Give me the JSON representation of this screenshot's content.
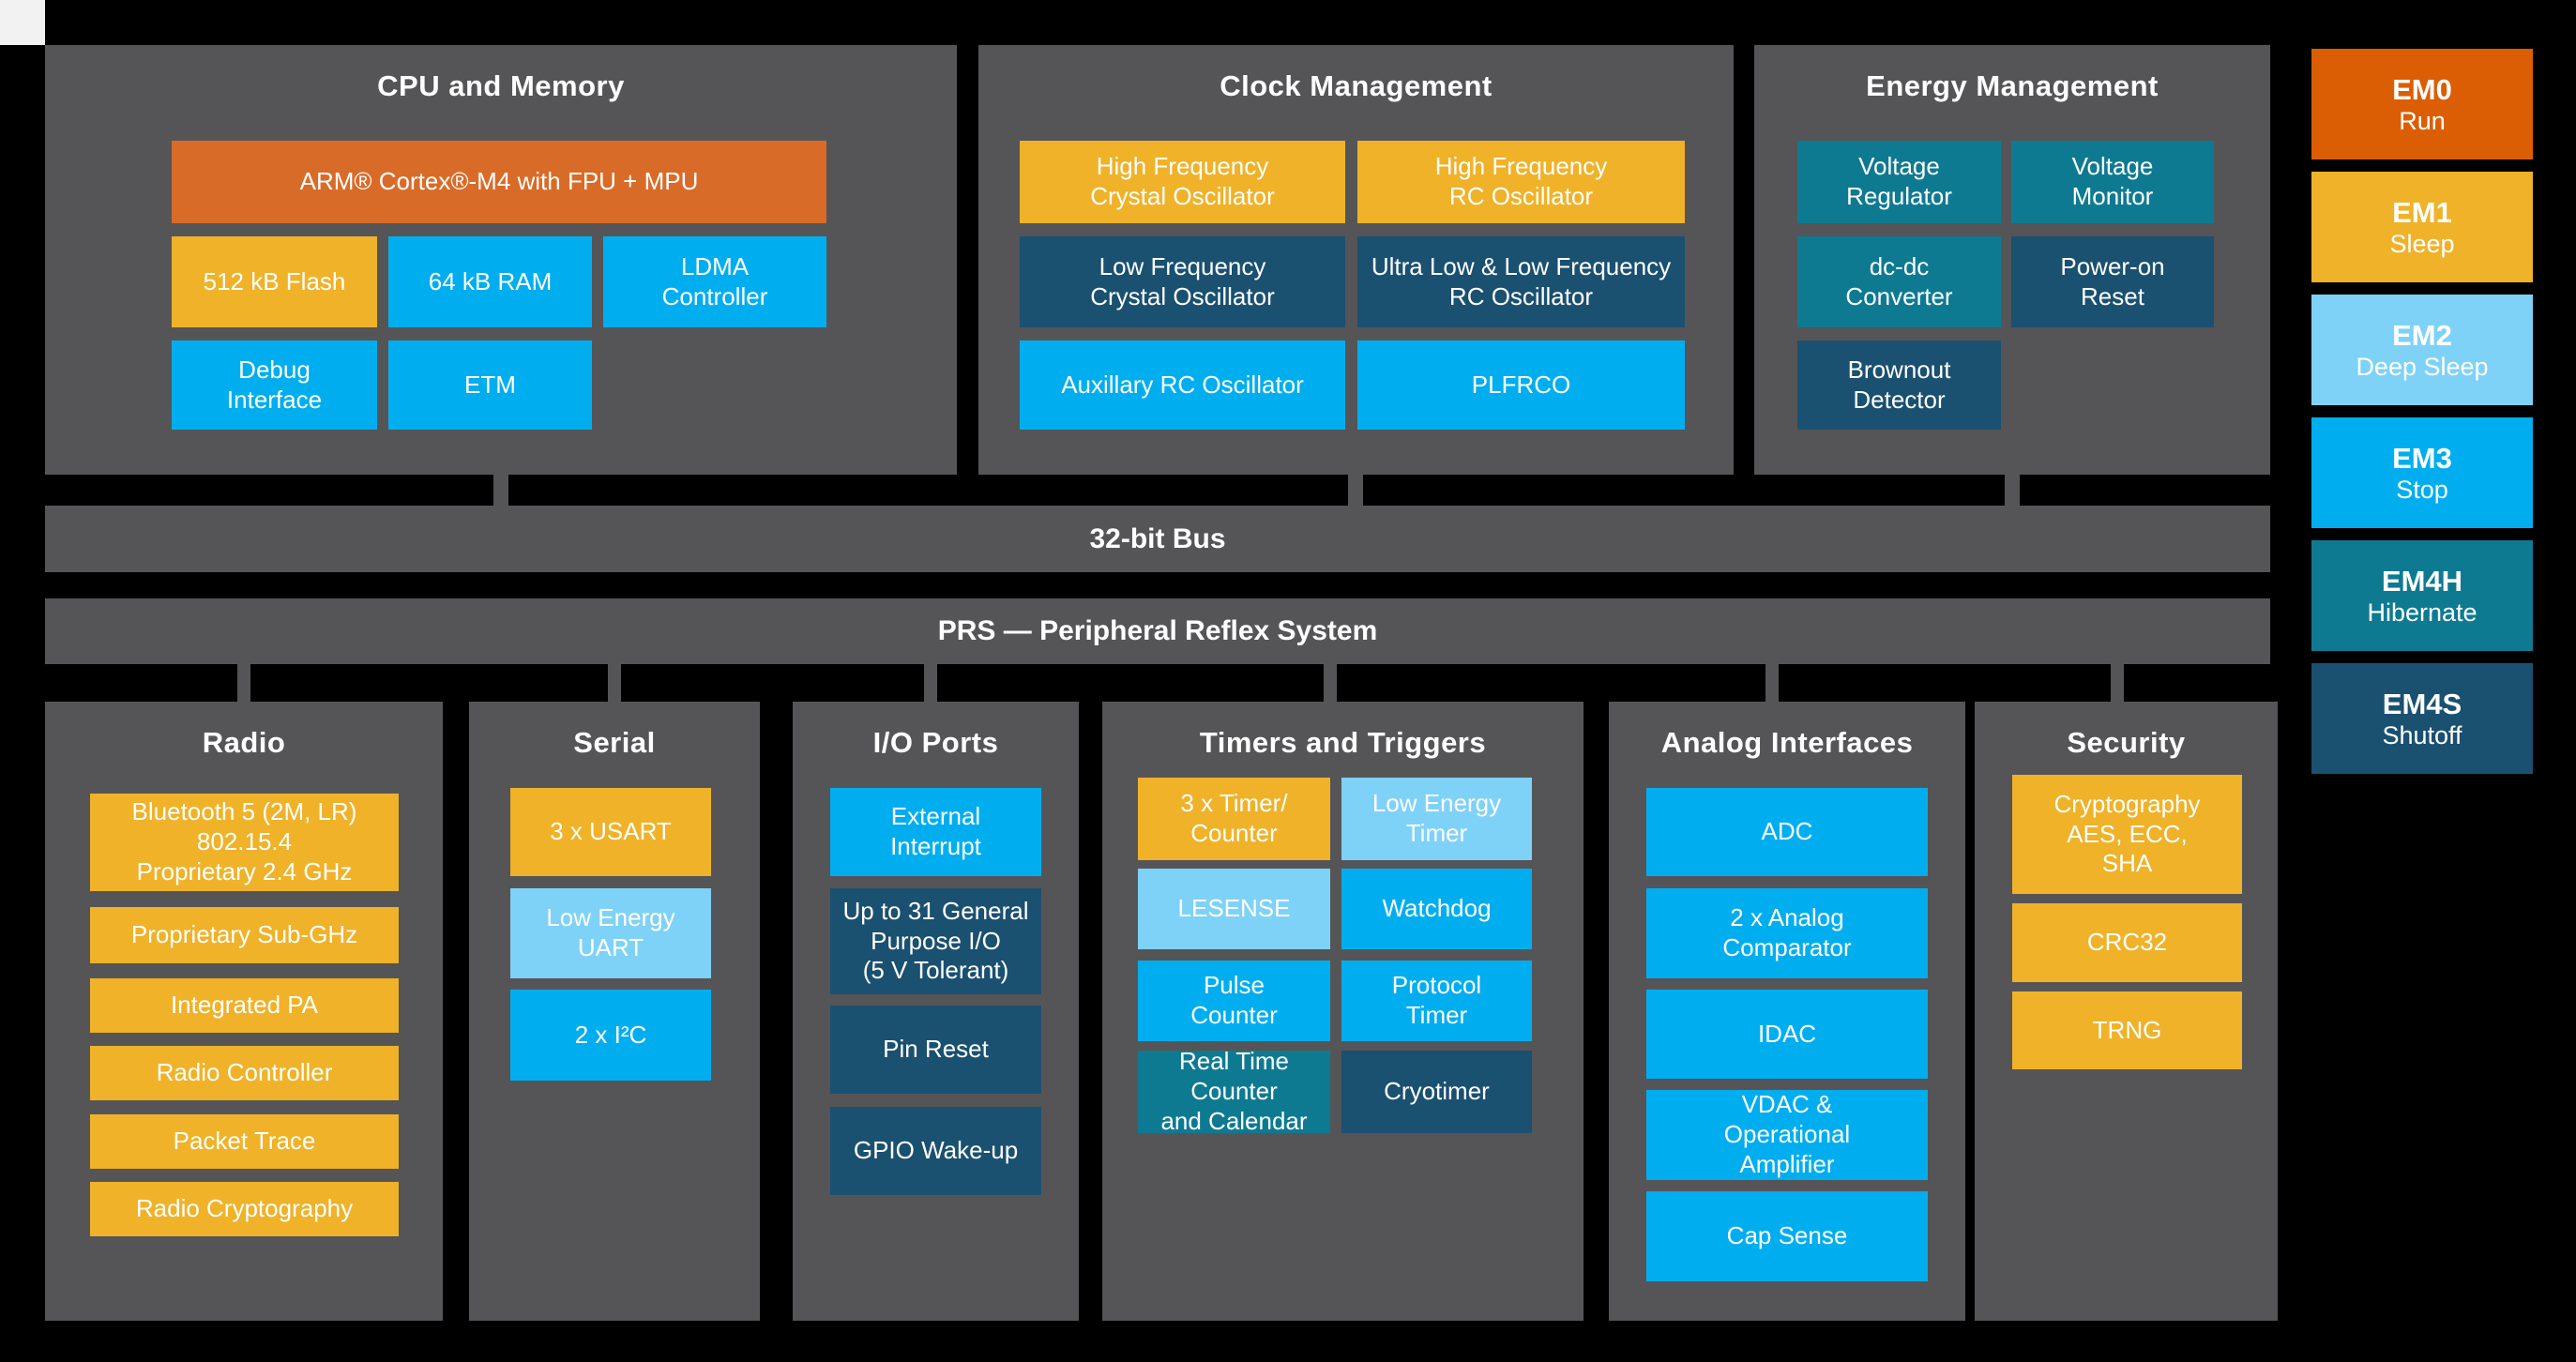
{
  "colors": {
    "background": "#000000",
    "panel_grey": "#555557",
    "arm_orange": "#D96B28",
    "em0_orange": "#DB5E04",
    "amber": "#EFB229",
    "bright_blue": "#00AEEF",
    "light_blue": "#7FD2F7",
    "navy": "#1A5070",
    "teal": "#0E7A92",
    "text": "#FFFFFF"
  },
  "buses": {
    "bus32": "32-bit Bus",
    "prs": "PRS — Peripheral Reflex System"
  },
  "panels": {
    "cpu": {
      "title": "CPU and Memory",
      "blocks": {
        "arm": "ARM® Cortex®-M4 with FPU + MPU",
        "flash": "512 kB Flash",
        "ram": "64 kB RAM",
        "ldma": "LDMA\nController",
        "debug": "Debug\nInterface",
        "etm": "ETM"
      }
    },
    "clock": {
      "title": "Clock Management",
      "blocks": {
        "hfxo": "High Frequency\nCrystal Oscillator",
        "hfrco": "High Frequency\nRC Oscillator",
        "lfxo": "Low Frequency\nCrystal Oscillator",
        "ulfrco": "Ultra Low & Low Frequency\nRC Oscillator",
        "auxrco": "Auxillary RC Oscillator",
        "plfrco": "PLFRCO"
      }
    },
    "energy": {
      "title": "Energy Management",
      "blocks": {
        "vreg": "Voltage\nRegulator",
        "vmon": "Voltage\nMonitor",
        "dcdc": "dc-dc\nConverter",
        "por": "Power-on\nReset",
        "bod": "Brownout\nDetector"
      }
    },
    "radio": {
      "title": "Radio",
      "blocks": {
        "bt": "Bluetooth 5 (2M, LR)\n802.15.4\nProprietary 2.4 GHz",
        "subghz": "Proprietary Sub-GHz",
        "pa": "Integrated PA",
        "radioctrl": "Radio Controller",
        "packettrace": "Packet Trace",
        "radiocrypto": "Radio Cryptography"
      }
    },
    "serial": {
      "title": "Serial",
      "blocks": {
        "usart": "3 x USART",
        "leuart": "Low Energy\nUART",
        "i2c": "2 x I²C"
      }
    },
    "io": {
      "title": "I/O Ports",
      "blocks": {
        "exti": "External\nInterrupt",
        "gpio": "Up to 31 General\nPurpose I/O\n(5 V Tolerant)",
        "pinreset": "Pin Reset",
        "wakeup": "GPIO Wake-up"
      }
    },
    "timers": {
      "title": "Timers and Triggers",
      "blocks": {
        "timercounter": "3 x Timer/\nCounter",
        "letimer": "Low Energy\nTimer",
        "lesense": "LESENSE",
        "watchdog": "Watchdog",
        "pulsecounter": "Pulse\nCounter",
        "prototimer": "Protocol\nTimer",
        "rtcc": "Real Time\nCounter\nand Calendar",
        "cryotimer": "Cryotimer"
      }
    },
    "analog": {
      "title": "Analog Interfaces",
      "blocks": {
        "adc": "ADC",
        "acmp": "2 x Analog\nComparator",
        "idac": "IDAC",
        "vdac": "VDAC &\nOperational\nAmplifier",
        "capsense": "Cap Sense"
      }
    },
    "security": {
      "title": "Security",
      "blocks": {
        "crypto": "Cryptography\nAES, ECC,\nSHA",
        "crc32": "CRC32",
        "trng": "TRNG"
      }
    }
  },
  "energy_modes": [
    {
      "name": "EM0",
      "desc": "Run"
    },
    {
      "name": "EM1",
      "desc": "Sleep"
    },
    {
      "name": "EM2",
      "desc": "Deep Sleep"
    },
    {
      "name": "EM3",
      "desc": "Stop"
    },
    {
      "name": "EM4H",
      "desc": "Hibernate"
    },
    {
      "name": "EM4S",
      "desc": "Shutoff"
    }
  ]
}
